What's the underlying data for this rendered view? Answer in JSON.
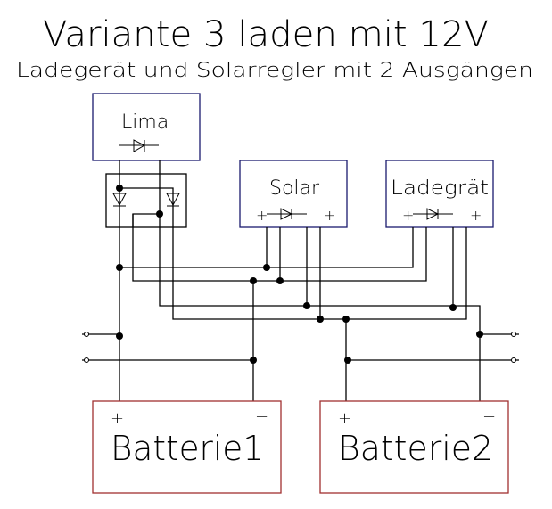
{
  "title": "Variante 3 laden mit 12V",
  "subtitle": "Ladegerät und Solarregler mit 2 Ausgängen",
  "components": {
    "lima": {
      "label": "Lima",
      "border_color": "#1a1a6e"
    },
    "bridge": {
      "label": "",
      "border_color": "#000000"
    },
    "solar": {
      "label": "Solar",
      "plus_left": "+",
      "plus_right": "+",
      "border_color": "#1a1a6e"
    },
    "ladegeraet": {
      "label": "Ladegrät",
      "plus_left": "+",
      "plus_right": "+",
      "border_color": "#1a1a6e"
    },
    "battery1": {
      "label": "Batterie1",
      "plus": "+",
      "minus": "−",
      "border_color": "#a03030"
    },
    "battery2": {
      "label": "Batterie2",
      "plus": "+",
      "minus": "−",
      "border_color": "#a03030"
    }
  },
  "colors": {
    "wire": "#000000",
    "module_border": "#1a1a6e",
    "battery_border": "#a03030"
  }
}
